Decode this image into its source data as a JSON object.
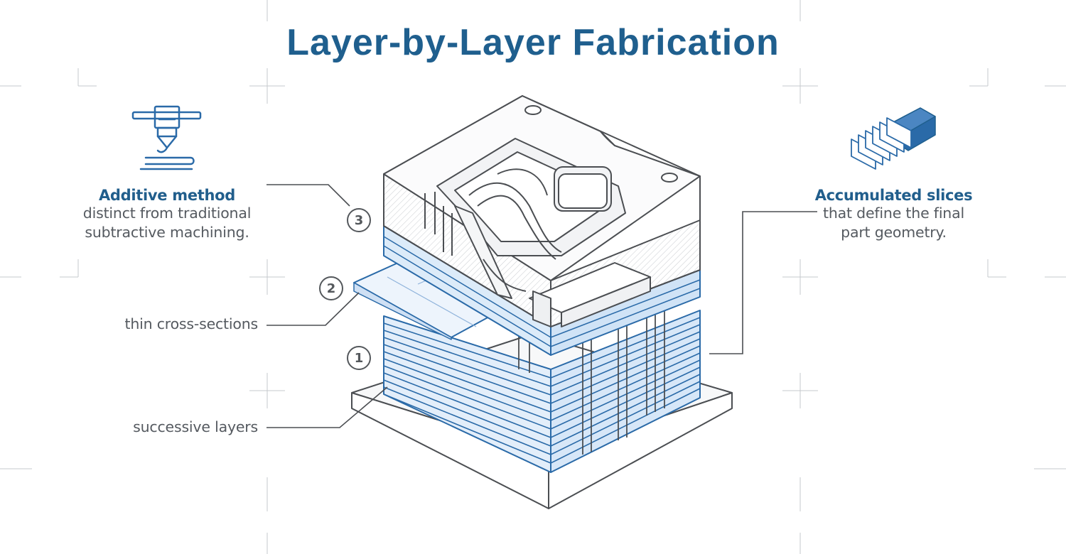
{
  "title": "Layer-by-Layer Fabrication",
  "left_note": {
    "heading": "Additive method",
    "line1": "distinct from traditional",
    "line2": "subtractive machining.",
    "icon": "nozzle-extruder-icon"
  },
  "right_note": {
    "heading": "Accumulated slices",
    "line1": "that define the final",
    "line2": "part geometry.",
    "icon": "stacked-slices-icon"
  },
  "callouts": {
    "thin": "thin cross-sections",
    "successive": "successive layers"
  },
  "steps": {
    "one": "1",
    "two": "2",
    "three": "3"
  },
  "colors": {
    "title": "#1f5f8e",
    "accent_blue": "#2a6aa8",
    "layer_fill": "#dcebf9",
    "line_gray": "#4b4e52",
    "text_gray": "#555a60"
  }
}
